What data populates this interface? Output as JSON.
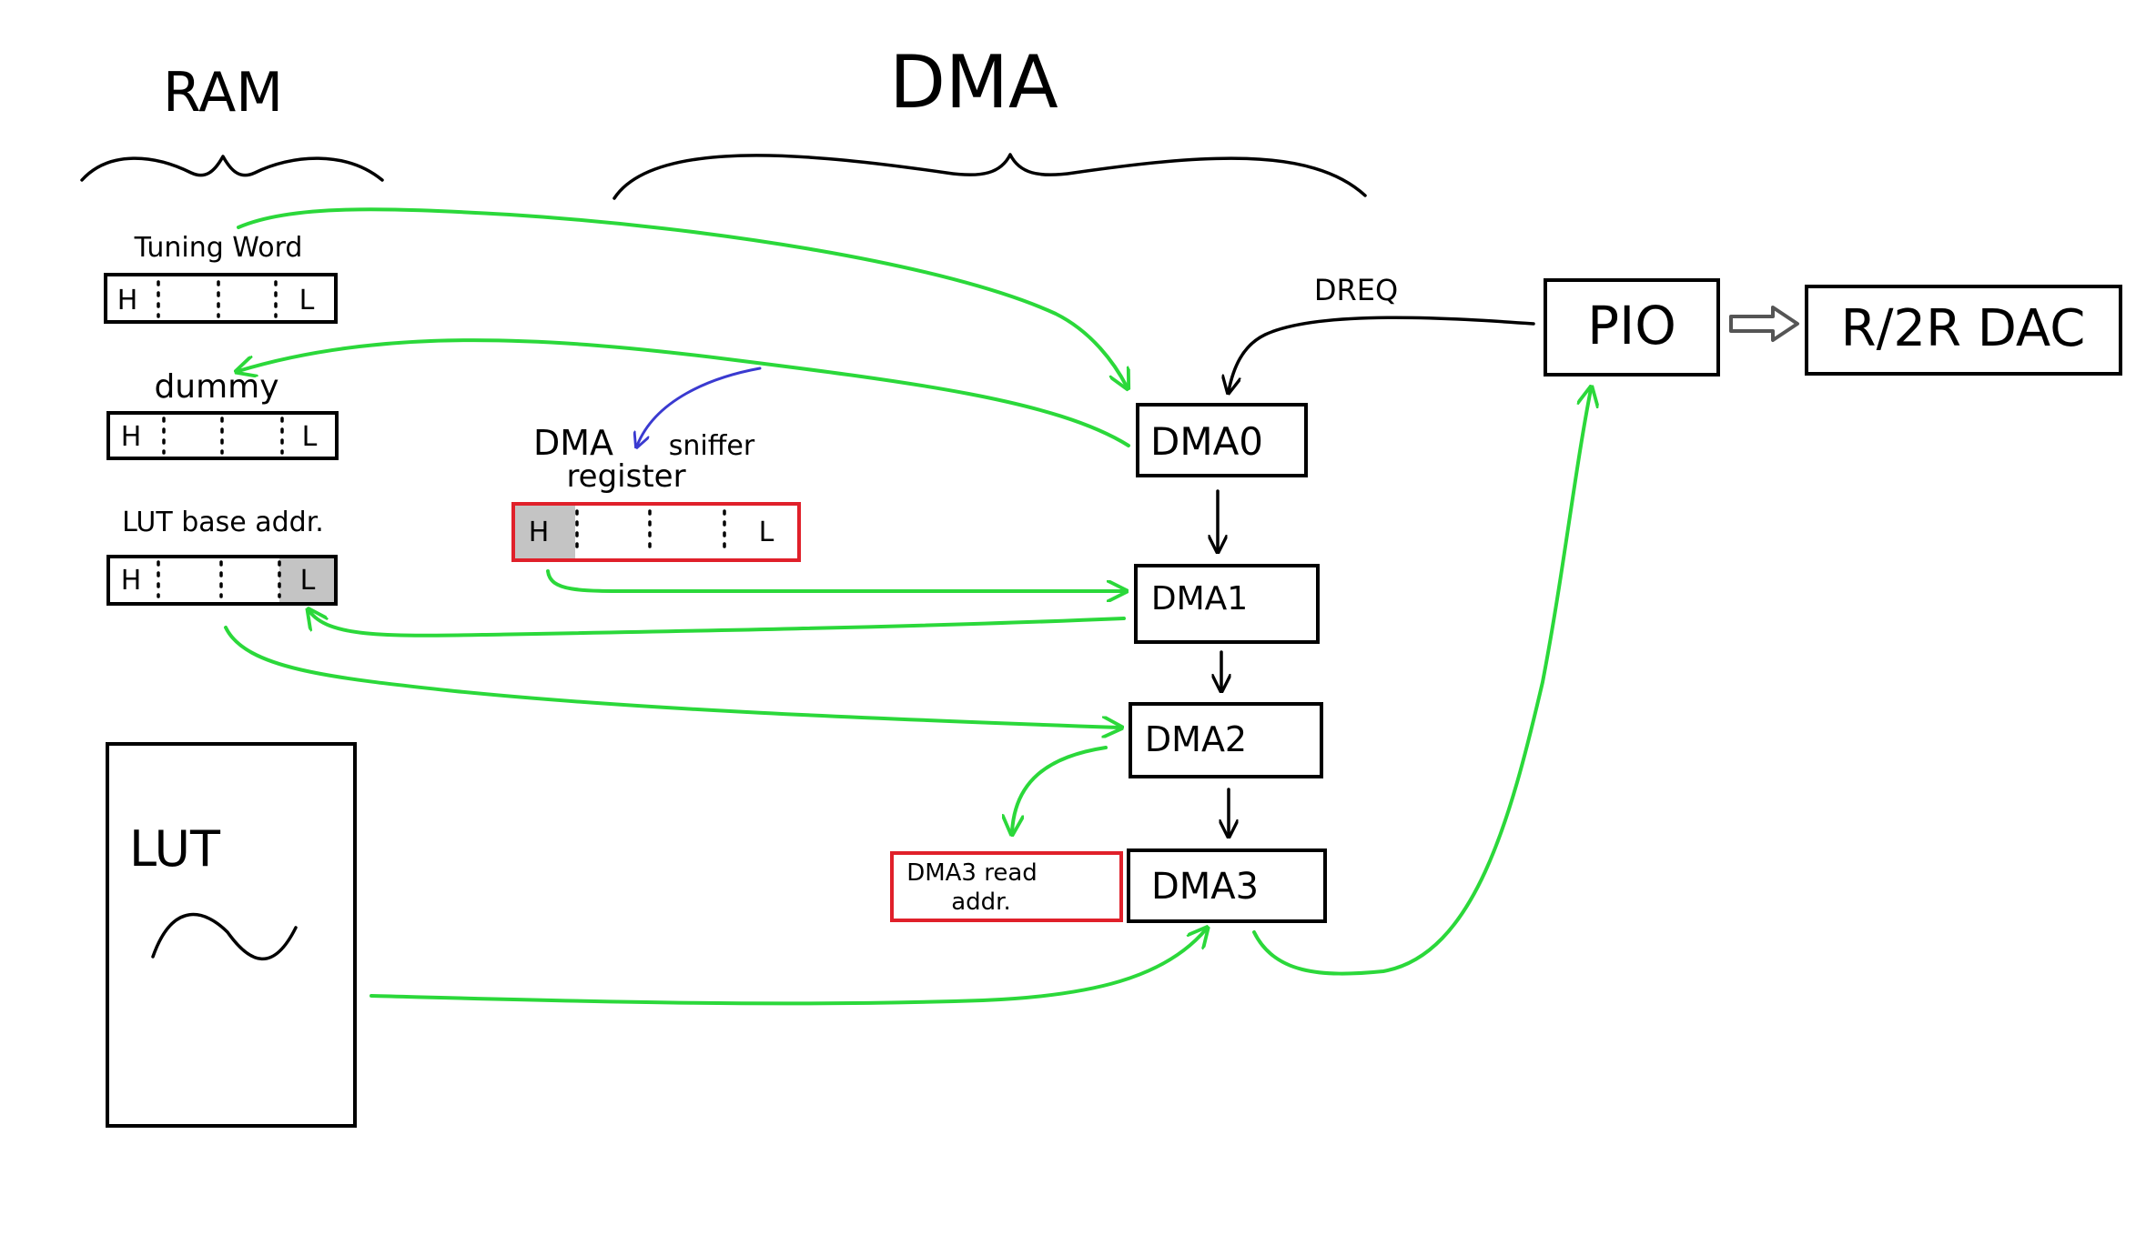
{
  "headings": {
    "ram": "RAM",
    "dma": "DMA"
  },
  "registers": {
    "tuning_word": {
      "title": "Tuning Word",
      "high": "H",
      "low": "L"
    },
    "dummy": {
      "title": "dummy",
      "high": "H",
      "low": "L"
    },
    "lut_base": {
      "title": "LUT base addr.",
      "high": "H",
      "low": "L"
    },
    "sniffer": {
      "title_line1_a": "DMA",
      "title_line1_b": "sniffer",
      "title_line2": "register",
      "high": "H",
      "low": "L"
    }
  },
  "lut": {
    "label": "LUT"
  },
  "dma_channels": {
    "dma0": "DMA0",
    "dma1": "DMA1",
    "dma2": "DMA2",
    "dma3": "DMA3"
  },
  "dma3_read_addr": {
    "line1": "DMA3 read",
    "line2": "addr."
  },
  "pio": {
    "label": "PIO"
  },
  "dac": {
    "label": "R/2R DAC"
  },
  "dreq": {
    "label": "DREQ"
  },
  "colors": {
    "flow": "#2bd83a",
    "highlight": "#e0202a",
    "sniff": "#3a3ad0",
    "shade": "#c4c4c4"
  }
}
